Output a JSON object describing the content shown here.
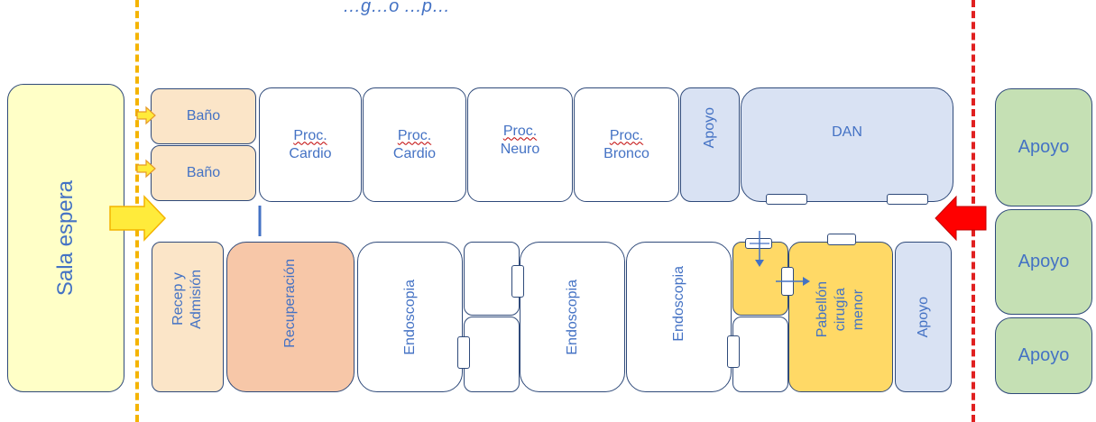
{
  "title": "…g…o …p…",
  "rooms": {
    "sala_espera": "Sala espera",
    "bano_1": "Baño",
    "bano_2": "Baño",
    "proc_cardio_1": {
      "a": "Proc.",
      "b": "Cardio"
    },
    "proc_cardio_2": {
      "a": "Proc.",
      "b": "Cardio"
    },
    "proc_neuro": {
      "a": "Proc.",
      "b": "Neuro"
    },
    "proc_bronco": {
      "a": "Proc.",
      "b": "Bronco"
    },
    "apoyo_top": "Apoyo",
    "dan": "DAN",
    "recep": {
      "a": "Recep y",
      "b": "Admisión"
    },
    "recuperacion": "Recuperación",
    "endoscopia_1": "Endoscopia",
    "endoscopia_2": "Endoscopia",
    "endoscopia_3": "Endoscopia",
    "pabellon": {
      "a": "Pabellón",
      "b": "cirugía",
      "c": "menor"
    },
    "apoyo_bottom": "Apoyo",
    "apoyo_right_1": "Apoyo",
    "apoyo_right_2": "Apoyo",
    "apoyo_right_3": "Apoyo"
  },
  "colors": {
    "text": "#4472C4",
    "border": "#2F4A7A",
    "orange_line": "#F4B400",
    "red_line": "#E02020",
    "entry_arrow": "#FFEB3B"
  }
}
